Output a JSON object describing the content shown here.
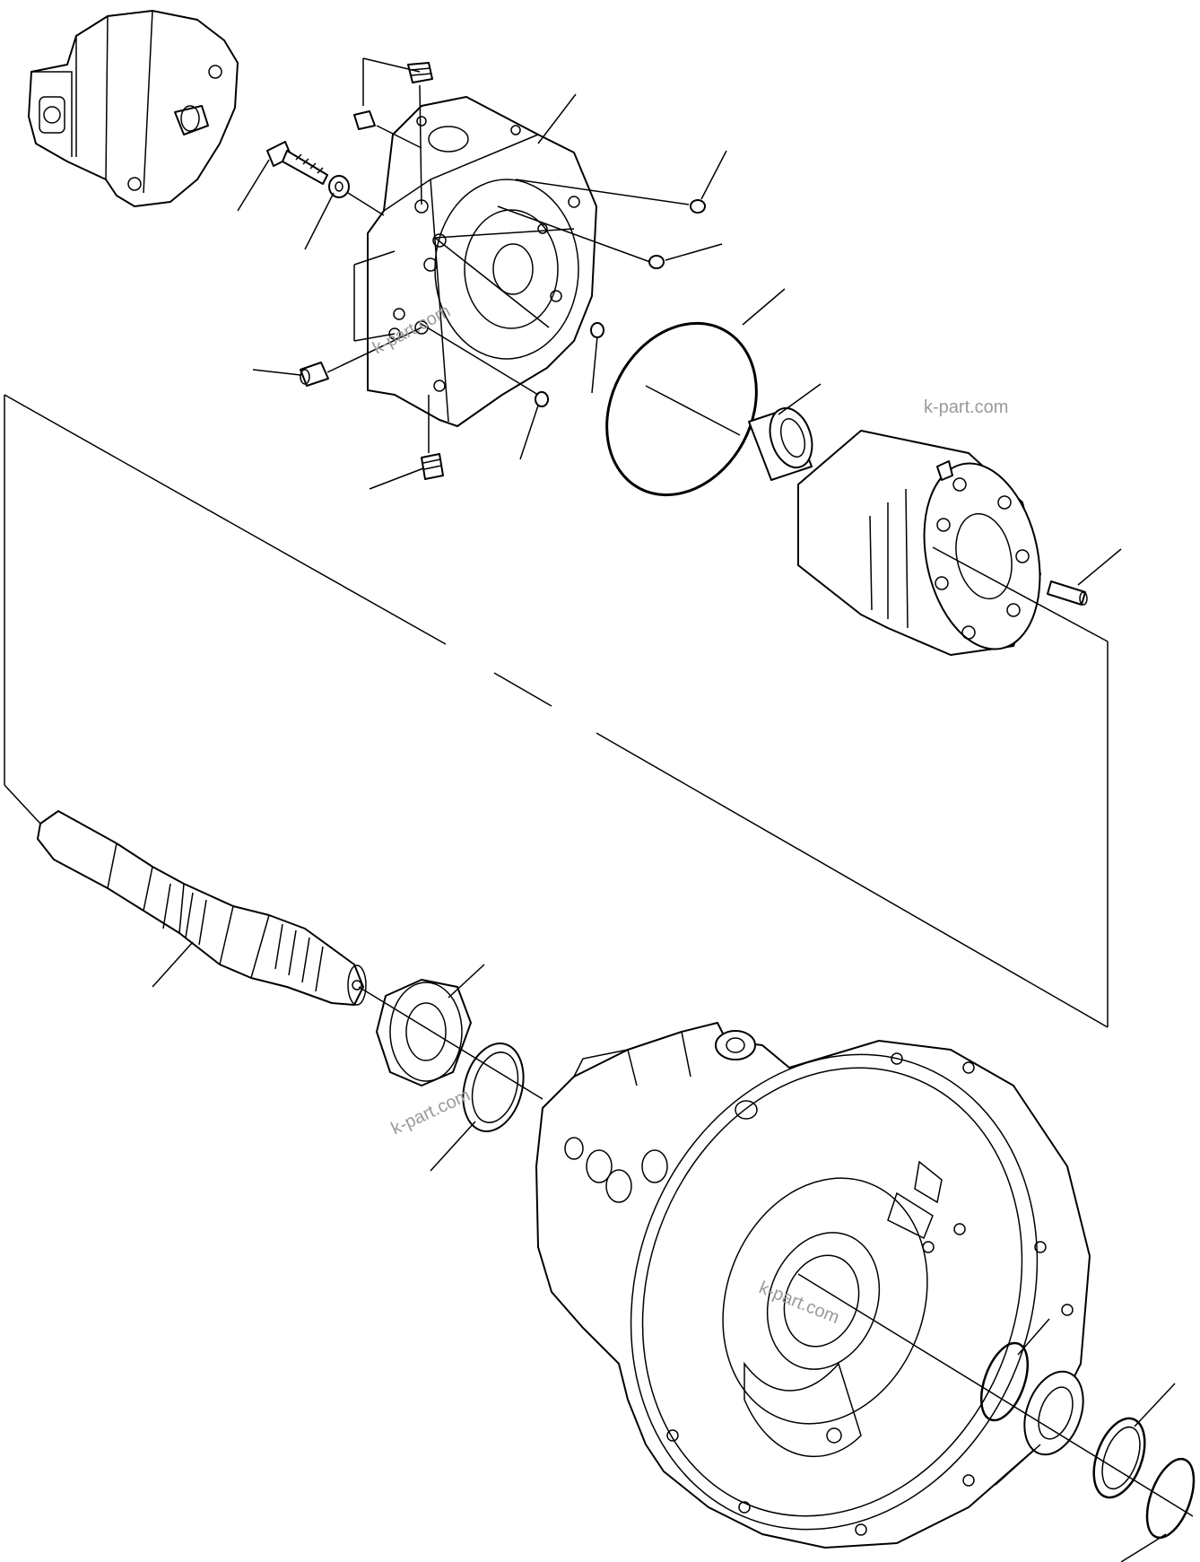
{
  "watermarks": [
    {
      "text": "k-part.com"
    },
    {
      "text": "k-part.com"
    },
    {
      "text": "k-part.com"
    },
    {
      "text": "k-part.com"
    }
  ],
  "colors": {
    "ink": "#000000",
    "watermark": "#9a9a9a",
    "paper": "#ffffff"
  }
}
